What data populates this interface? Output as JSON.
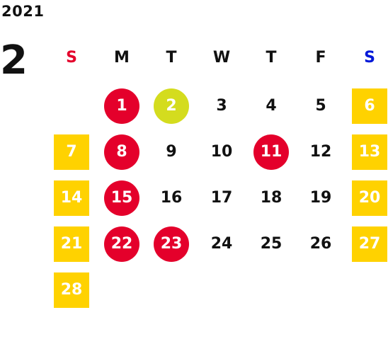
{
  "year": "2021",
  "month": "2",
  "weekdays": [
    {
      "label": "S",
      "color": "#e4002b"
    },
    {
      "label": "M",
      "color": "#111111"
    },
    {
      "label": "T",
      "color": "#111111"
    },
    {
      "label": "W",
      "color": "#111111"
    },
    {
      "label": "T",
      "color": "#111111"
    },
    {
      "label": "F",
      "color": "#111111"
    },
    {
      "label": "S",
      "color": "#0018d8"
    }
  ],
  "colors": {
    "holiday_red": "#e4002b",
    "special_green_yellow": "#d4dc1e",
    "weekend_yellow": "#ffd200"
  },
  "days": [
    {
      "label": "1",
      "style": "red-circle"
    },
    {
      "label": "2",
      "style": "yellow-circle"
    },
    {
      "label": "3",
      "style": "plain"
    },
    {
      "label": "4",
      "style": "plain"
    },
    {
      "label": "5",
      "style": "plain"
    },
    {
      "label": "6",
      "style": "yellow-box"
    },
    {
      "label": "7",
      "style": "yellow-box"
    },
    {
      "label": "8",
      "style": "red-circle"
    },
    {
      "label": "9",
      "style": "plain"
    },
    {
      "label": "10",
      "style": "plain"
    },
    {
      "label": "11",
      "style": "red-circle"
    },
    {
      "label": "12",
      "style": "plain"
    },
    {
      "label": "13",
      "style": "yellow-box"
    },
    {
      "label": "14",
      "style": "yellow-box"
    },
    {
      "label": "15",
      "style": "red-circle"
    },
    {
      "label": "16",
      "style": "plain"
    },
    {
      "label": "17",
      "style": "plain"
    },
    {
      "label": "18",
      "style": "plain"
    },
    {
      "label": "19",
      "style": "plain"
    },
    {
      "label": "20",
      "style": "yellow-box"
    },
    {
      "label": "21",
      "style": "yellow-box"
    },
    {
      "label": "22",
      "style": "red-circle"
    },
    {
      "label": "23",
      "style": "red-circle"
    },
    {
      "label": "24",
      "style": "plain"
    },
    {
      "label": "25",
      "style": "plain"
    },
    {
      "label": "26",
      "style": "plain"
    },
    {
      "label": "27",
      "style": "yellow-box"
    },
    {
      "label": "28",
      "style": "yellow-box"
    }
  ]
}
